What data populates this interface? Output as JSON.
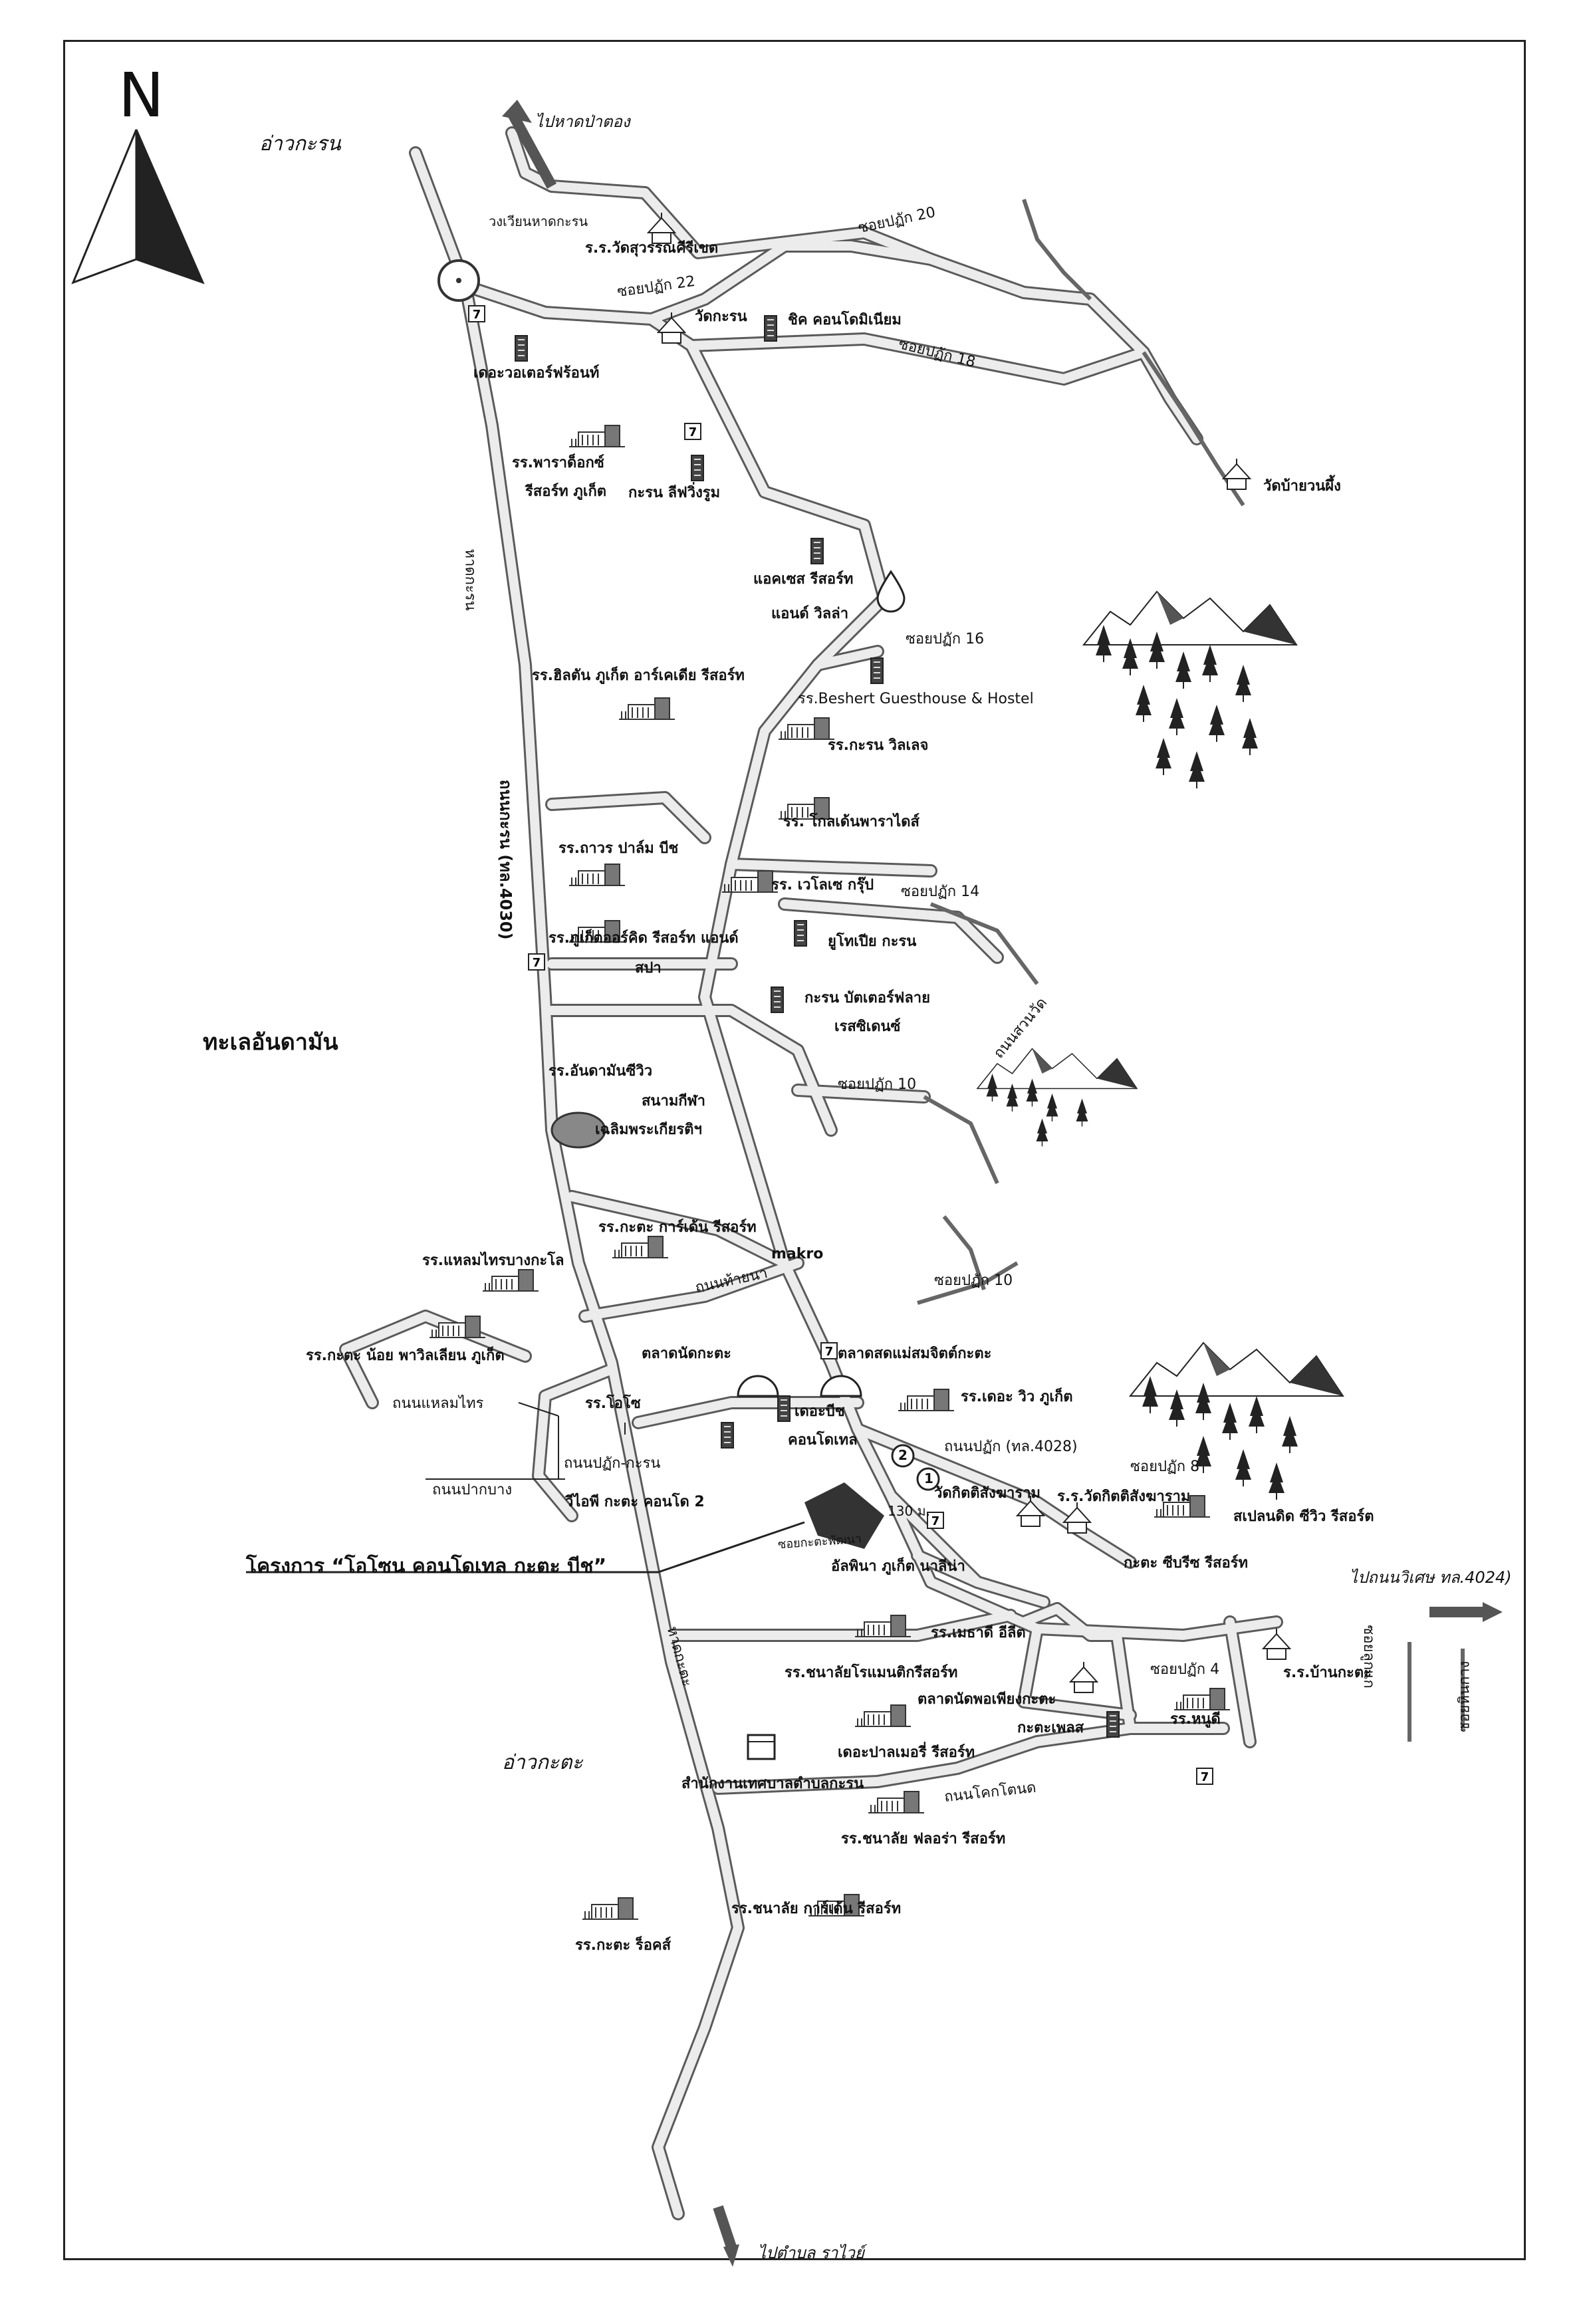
{
  "north_label": "N",
  "seas": {
    "andaman": "ทะเลอันดามัน",
    "ao_karon": "อ่าวกะรน",
    "ao_kata": "อ่าวกะตะ"
  },
  "directions": {
    "to_patong": "ไปหาดป่าตอง",
    "to_rawai": "ไปตำบล ราไวย์",
    "to_viset": "ไปถนนวิเศษ ทล.4024)"
  },
  "roads": {
    "karon_circle": "วงเวียนหาดกะรน",
    "soi20": "ซอยปฏัก 20",
    "soi22": "ซอยปฏัก 22",
    "soi18": "ซอยปฏัก 18",
    "soi16": "ซอยปฏัก 16",
    "soi14": "ซอยปฏัก 14",
    "soi10a": "ซอยปฏัก 10",
    "soi10b": "ซอยปฏัก 10",
    "soi8": "ซอยปฏัก 8",
    "soi4": "ซอยปฏัก 4",
    "karon_road": "ถนนกะรน (ทล.4030)",
    "karon_beach": "หาดกะรน",
    "kata_beach": "หาดกะตะ",
    "suan_wat": "ถนนสวนวัด",
    "sai_na": "ถนนท้ายนา",
    "laem_sai": "ถนนแหลมไทร",
    "patak_karon": "ถนนปฏัก-กะรน",
    "pak_bang": "ถนนปากบาง",
    "patak_4028": "ถนนปฏัก (ทล.4028)",
    "khok_tanot": "ถนนโคกโตนด",
    "soi_kata_center": "ซอยกะตะพัฒนา",
    "soi_luk_kae": "ซอยลูกแก",
    "soi_hin_kang": "ซอยหินกาง",
    "dist_130": "130 ม."
  },
  "places": {
    "wat_suwan": "ร.ร.วัดสุวรรณคีรีเขต",
    "wat_karon": "วัดกะรน",
    "the_waterfront": "เดอะวอเตอร์ฟร้อนท์",
    "the_heritage_condo": "ชิค คอนโดมิเนียม",
    "paradox_1": "รร.พาราด็อกซ์",
    "paradox_2": "รีสอร์ท ภูเก็ต",
    "karon_living": "กะรน ลีฟวิ่งรูม",
    "wat_bai": "วัดบ้ายวนผึ้ง",
    "access_1": "แอคเซส รีสอร์ท",
    "access_2": "แอนด์ วิลล่า",
    "hilton": "รร.ฮิลตัน ภูเก็ต อาร์เคเดีย รีสอร์ท",
    "beshert": "รร.Beshert Guesthouse & Hostel",
    "karon_village": "รร.กะรน วิลเลจ",
    "golden_paradise": "รร. โกลเด้นพาราไดส์",
    "welcome": "รร. เวโลเซ กรุ๊ป",
    "thavorn": "รร.ถาวร ปาล์ม บีช",
    "orchid_1": "รร.ภูเก็ตออร์คิด รีสอร์ท แอนด์",
    "orchid_2": "สปา",
    "utopia": "ยูโทเปีย กะรน",
    "butterfly_1": "กะรน บัตเตอร์ฟลาย",
    "butterfly_2": "เรสซิเดนซ์",
    "andaman_seaview": "รร.อันดามันซีวิว",
    "stadium_1": "สนามกีฬา",
    "stadium_2": "เฉลิมพระเกียรติฯ",
    "kata_garden": "รร.กะตะ การ์เด้น รีสอร์ท",
    "laem_sai_hotel": "รร.แหลมไทรบางกะโล",
    "makro": "makro",
    "kata_noi_pavilion": "รร.กะตะ น้อย พาวิลเลียน ภูเก็ต",
    "kata_market": "ตลาดนัดกะตะ",
    "fresh_market": "ตลาดสดแม่สมจิตต์กะตะ",
    "oscar": "รร.โอโซ",
    "beach_condo_1": "เดอะบีช",
    "beach_condo_2": "คอนโดเทล",
    "the_view": "รร.เดอะ วิว ภูเก็ต",
    "vip_kata": "วีไอพี กะตะ คอนโด 2",
    "wat_kittisang": "วัดกิตติสังฆาราม",
    "school_kittisang": "ร.ร.วัดกิตติสังฆาราม",
    "splendid": "สเปลนดิด ซีวิว รีสอร์ต",
    "kata_seabreeze": "กะตะ ซีบรีซ รีสอร์ท",
    "alpina": "อัลพินา ภูเก็ต นาลีน่า",
    "project": "โครงการ “โอโซน คอนโดเทล กะตะ บีช”",
    "metadee": "รร.เมธาดี อีลีต",
    "romantic": "รร.ชนาลัยโรแมนติกรีสอร์ท",
    "baan_kata": "ร.ร.บ้านกะตะ",
    "night_market": "ตลาดนัดพอเพียงกะตะ",
    "kata_place": "กะตะเพลส",
    "noi_hotel": "รร.หนูดี",
    "kata_palm": "เดอะปาลเมอรี่ รีสอร์ท",
    "municipality": "สำนักงานเทศบาลตำบลกะรน",
    "flora": "รร.ชนาลัย ฟลอร่า รีสอร์ท",
    "chanalai_garden": "รร.ชนาลัย การ์เด้น รีสอร์ท",
    "kata_rocks": "รร.กะตะ ร็อคส์"
  },
  "markers": {
    "m1": "1",
    "m2": "2",
    "seven": "7"
  },
  "colors": {
    "road_fill": "#ececec",
    "road_edge": "#5a5a5a",
    "text": "#111111",
    "project_fill": "#333333"
  }
}
